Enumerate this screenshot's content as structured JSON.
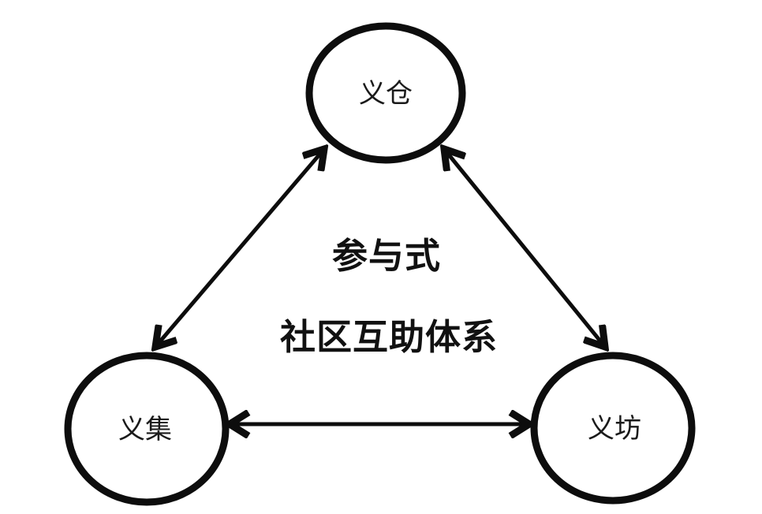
{
  "diagram": {
    "title": {
      "line1": "参与式",
      "line2": "社区互助体系"
    },
    "nodes": [
      {
        "id": "top",
        "label": "义仓"
      },
      {
        "id": "bottom-left",
        "label": "义集"
      },
      {
        "id": "bottom-right",
        "label": "义坊"
      }
    ],
    "edges": [
      {
        "from": "义集",
        "to": "义仓",
        "direction": "bidirectional"
      },
      {
        "from": "义仓",
        "to": "义坊",
        "direction": "bidirectional"
      },
      {
        "from": "义集",
        "to": "义坊",
        "direction": "bidirectional"
      }
    ],
    "colors": {
      "ink": "#0d0d0d",
      "background": "#ffffff"
    }
  }
}
